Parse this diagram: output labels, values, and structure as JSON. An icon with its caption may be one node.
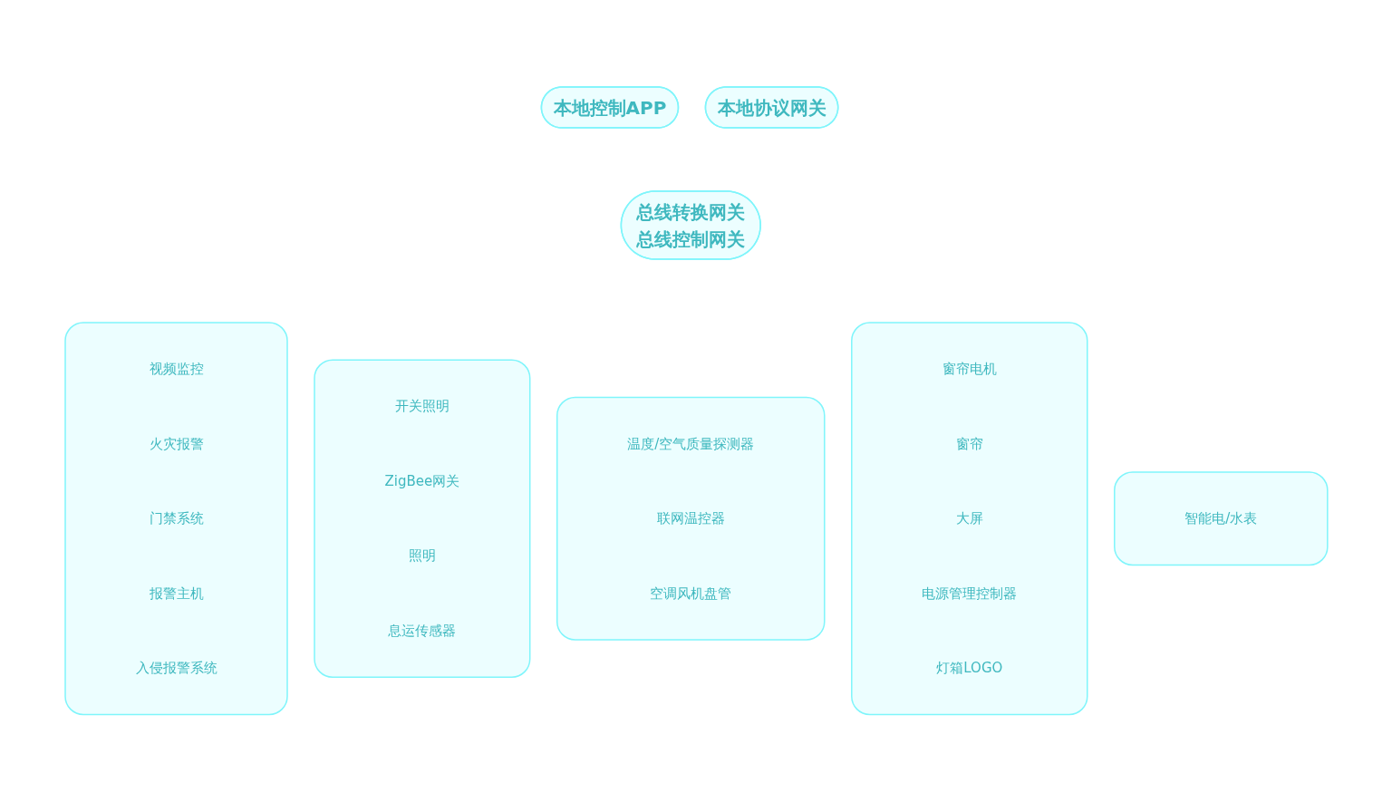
{
  "diagram": {
    "nodes": [
      {
        "text": [
          "本地控制APP"
        ]
      },
      {
        "text": [
          "本地协议网关"
        ]
      },
      {
        "text": [
          "总线转换网关",
          "总线控制网关"
        ]
      },
      {
        "text": [],
        "shape": "box"
      },
      {
        "text": [
          "视频监控"
        ],
        "in": 3
      },
      {
        "text": [
          "火灾报警"
        ],
        "in": 3
      },
      {
        "text": [
          "门禁系统"
        ],
        "in": 3
      },
      {
        "text": [
          "报警主机"
        ],
        "in": 3
      },
      {
        "text": [
          "入侵报警系统"
        ],
        "in": 3
      },
      {
        "text": [],
        "shape": "box"
      },
      {
        "text": [
          "开关照明"
        ],
        "in": 9
      },
      {
        "text": [
          "ZigBee网关"
        ],
        "in": 9
      },
      {
        "text": [
          "照明"
        ],
        "in": 9
      },
      {
        "text": [
          "息运传感器"
        ],
        "in": 9
      },
      {
        "text": [],
        "shape": "box"
      },
      {
        "text": [
          "温度/空气质量探测器"
        ],
        "in": 14
      },
      {
        "text": [
          "联网温控器"
        ],
        "in": 14
      },
      {
        "text": [
          "空调风机盘管"
        ],
        "in": 14
      },
      {
        "text": [],
        "shape": "box"
      },
      {
        "text": [
          "窗帘电机"
        ],
        "in": 18
      },
      {
        "text": [
          "窗帘"
        ],
        "in": 18
      },
      {
        "text": [
          "大屏"
        ],
        "in": 18
      },
      {
        "text": [
          "电源管理控制器"
        ],
        "in": 18
      },
      {
        "text": [
          "灯箱LOGO"
        ],
        "in": 18
      },
      {
        "text": [],
        "shape": "box"
      },
      {
        "text": [
          "智能电/水表"
        ],
        "in": 24
      }
    ],
    "edges": []
  }
}
